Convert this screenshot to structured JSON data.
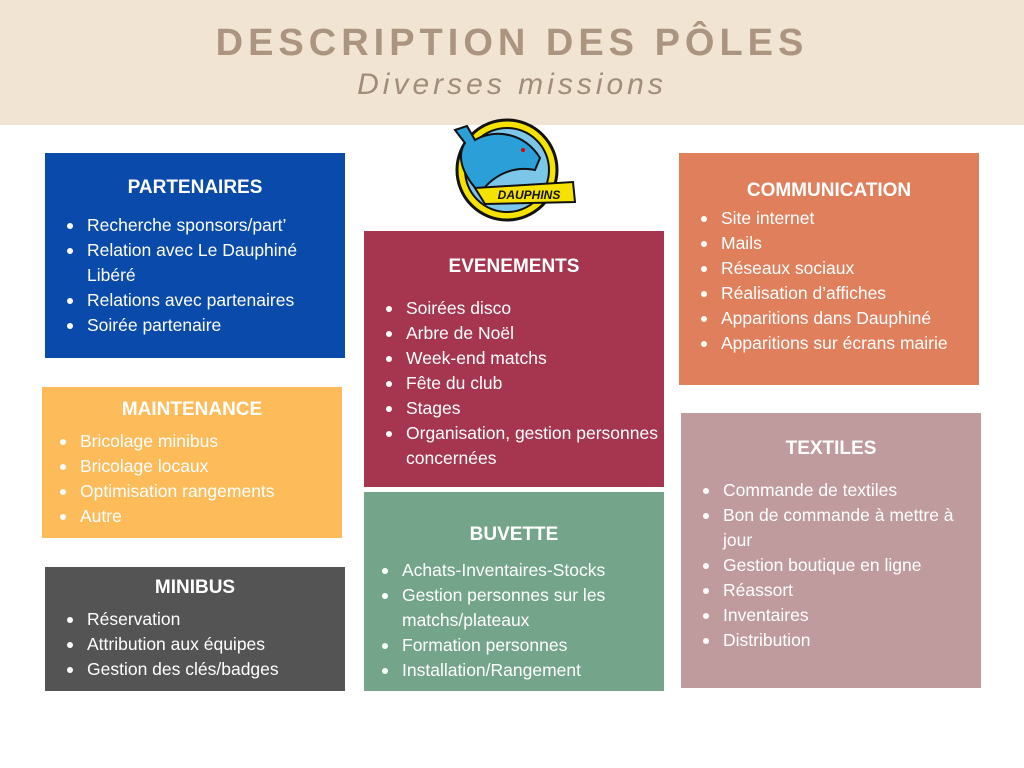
{
  "header": {
    "title": "DESCRIPTION DES PÔLES",
    "subtitle": "Diverses missions"
  },
  "logo": {
    "text": "DAUPHINS"
  },
  "colors": {
    "partenaires": "#0a4aab",
    "maintenance": "#fdbb5a",
    "minibus": "#545454",
    "evenements": "#a6364f",
    "buvette": "#74a58a",
    "communication": "#e07f5c",
    "textiles": "#c09b9d"
  },
  "poles": {
    "partenaires": {
      "title": "PARTENAIRES",
      "items": [
        "Recherche sponsors/part’",
        "Relation avec Le Dauphiné Libéré",
        "Relations avec partenaires",
        "Soirée partenaire"
      ]
    },
    "maintenance": {
      "title": "MAINTENANCE",
      "items": [
        "Bricolage minibus",
        "Bricolage locaux",
        "Optimisation rangements",
        "Autre"
      ]
    },
    "minibus": {
      "title": "MINIBUS",
      "items": [
        "Réservation",
        "Attribution aux équipes",
        "Gestion des clés/badges"
      ]
    },
    "evenements": {
      "title": "EVENEMENTS",
      "items": [
        "Soirées disco",
        "Arbre de Noël",
        "Week-end matchs",
        "Fête du club",
        "Stages",
        "Organisation, gestion personnes concernées"
      ]
    },
    "buvette": {
      "title": "BUVETTE",
      "items": [
        "Achats-Inventaires-Stocks",
        "Gestion personnes sur les matchs/plateaux",
        "Formation personnes",
        "Installation/Rangement"
      ]
    },
    "communication": {
      "title": "COMMUNICATION",
      "items": [
        "Site internet",
        "Mails",
        "Réseaux sociaux",
        "Réalisation d’affiches",
        "Apparitions dans Dauphiné",
        "Apparitions sur écrans mairie"
      ]
    },
    "textiles": {
      "title": "TEXTILES",
      "items": [
        "Commande de textiles",
        "Bon de commande à mettre à jour",
        "Gestion boutique en ligne",
        "Réassort",
        "Inventaires",
        "Distribution"
      ]
    }
  }
}
